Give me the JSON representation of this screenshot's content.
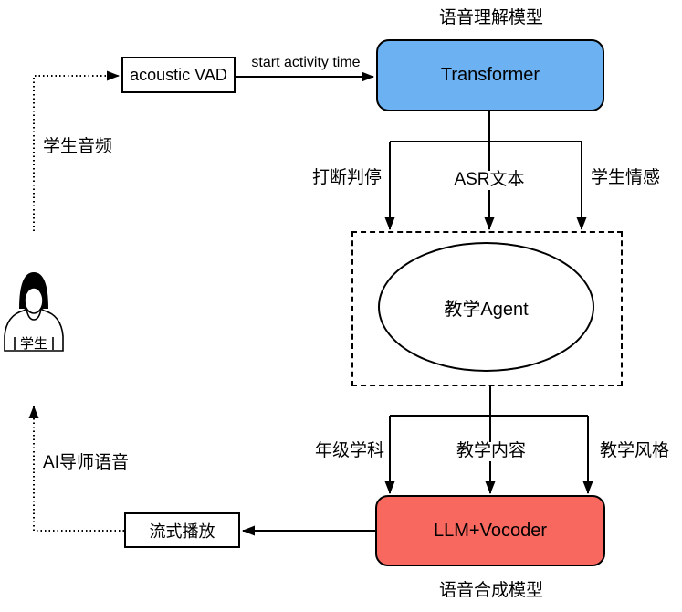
{
  "diagram": {
    "titles": {
      "speech_understanding_model": "语音理解模型",
      "speech_synthesis_model": "语音合成模型"
    },
    "nodes": {
      "acoustic_vad": "acoustic VAD",
      "transformer": "Transformer",
      "teaching_agent": "教学Agent",
      "llm_vocoder": "LLM+Vocoder",
      "streaming_playback": "流式播放"
    },
    "edge_labels": {
      "start_activity_time": "start activity time",
      "student_audio": "学生音频",
      "interrupt_judgment": "打断判停",
      "asr_text": "ASR文本",
      "student_emotion": "学生情感",
      "grade_subject": "年级学科",
      "teaching_content": "教学内容",
      "teaching_style": "教学风格",
      "ai_tutor_voice": "AI导师语音"
    },
    "person": {
      "label": "学生"
    },
    "colors": {
      "transformer_fill": "#6CB2F2",
      "llm_vocoder_fill": "#F8685F",
      "stroke": "#000000",
      "background": "#FFFFFF"
    }
  }
}
